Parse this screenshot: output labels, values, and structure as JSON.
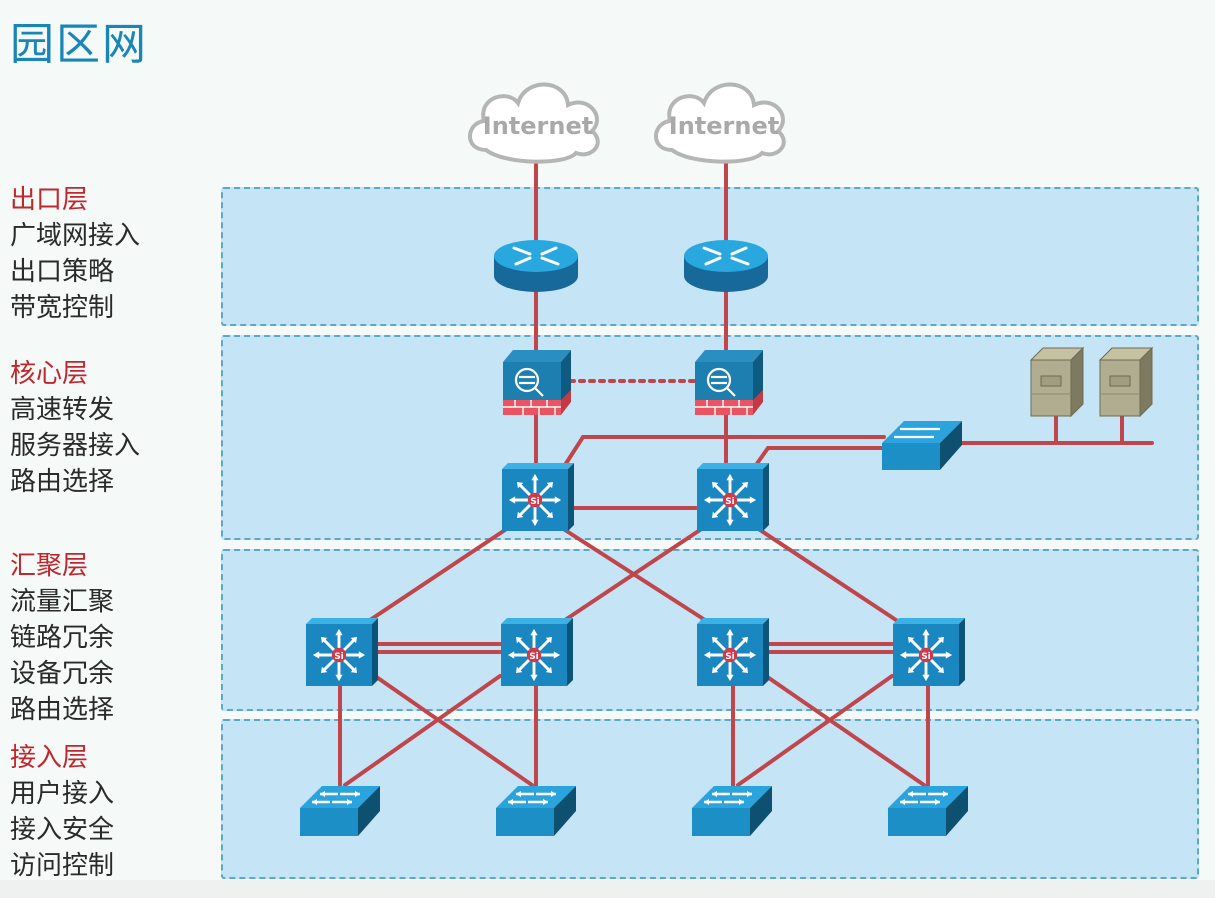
{
  "title": "园区网",
  "layers": [
    {
      "name": "出口层",
      "items": [
        "广域网接入",
        "出口策略",
        "带宽控制"
      ]
    },
    {
      "name": "核心层",
      "items": [
        "高速转发",
        "服务器接入",
        "路由选择"
      ]
    },
    {
      "name": "汇聚层",
      "items": [
        "流量汇聚",
        "链路冗余",
        "设备冗余",
        "路由选择"
      ]
    },
    {
      "name": "接入层",
      "items": [
        "用户接入",
        "接入安全",
        "访问控制"
      ]
    }
  ],
  "clouds": [
    {
      "label": "Internet"
    },
    {
      "label": "Internet"
    }
  ],
  "device_labels": {
    "l3_switch": "Si"
  },
  "colors": {
    "link": "#c0464b",
    "band_fill": "#c5e5f6",
    "band_border": "#5aa9c9",
    "device_blue": "#1d8fc7",
    "layer_heading": "#c0272d",
    "title": "#1a86b8"
  }
}
